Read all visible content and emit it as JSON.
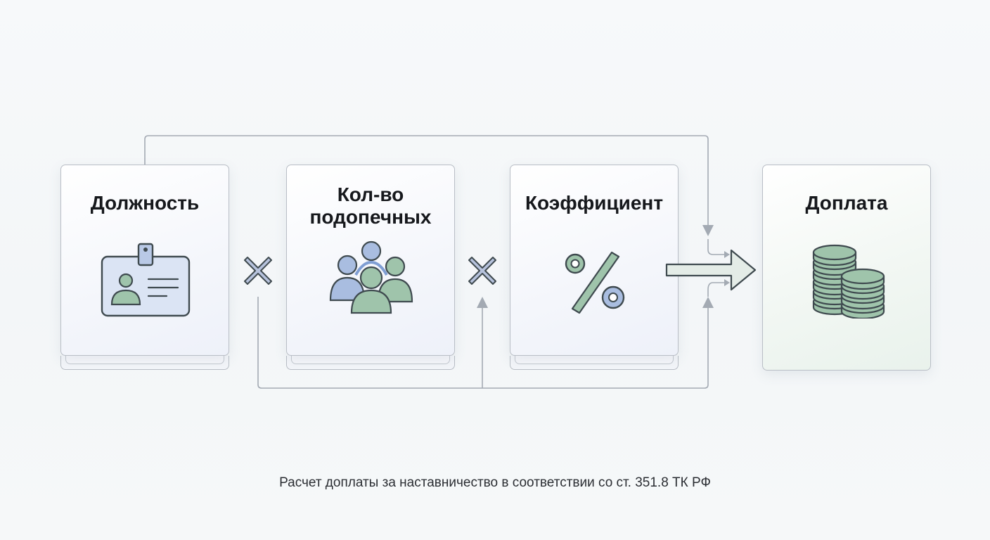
{
  "cards": {
    "position": {
      "title": "Должность"
    },
    "mentees": {
      "title_line1": "Кол-во",
      "title_line2": "подопечных"
    },
    "coefficient": {
      "title": "Коэффициент"
    },
    "payment": {
      "title": "Доплата"
    }
  },
  "operators": {
    "first": "multiply",
    "second": "multiply",
    "result": "equals-arrow"
  },
  "caption": "Расчет доплаты за наставничество в соответствии со ст. 351.8 ТК РФ",
  "colors": {
    "connector": "#a3aab3",
    "card_border": "#b9bec6",
    "icon_stroke": "#3f4a4f",
    "blue_fill": "#a9bde0",
    "green_fill": "#9fc4ab",
    "operator_fill": "#b6c2dc",
    "arrow_fill": "#e4ece7"
  },
  "icons": {
    "position": "id-badge-icon",
    "mentees": "people-group-icon",
    "coefficient": "percent-icon",
    "payment": "coin-stack-icon"
  }
}
